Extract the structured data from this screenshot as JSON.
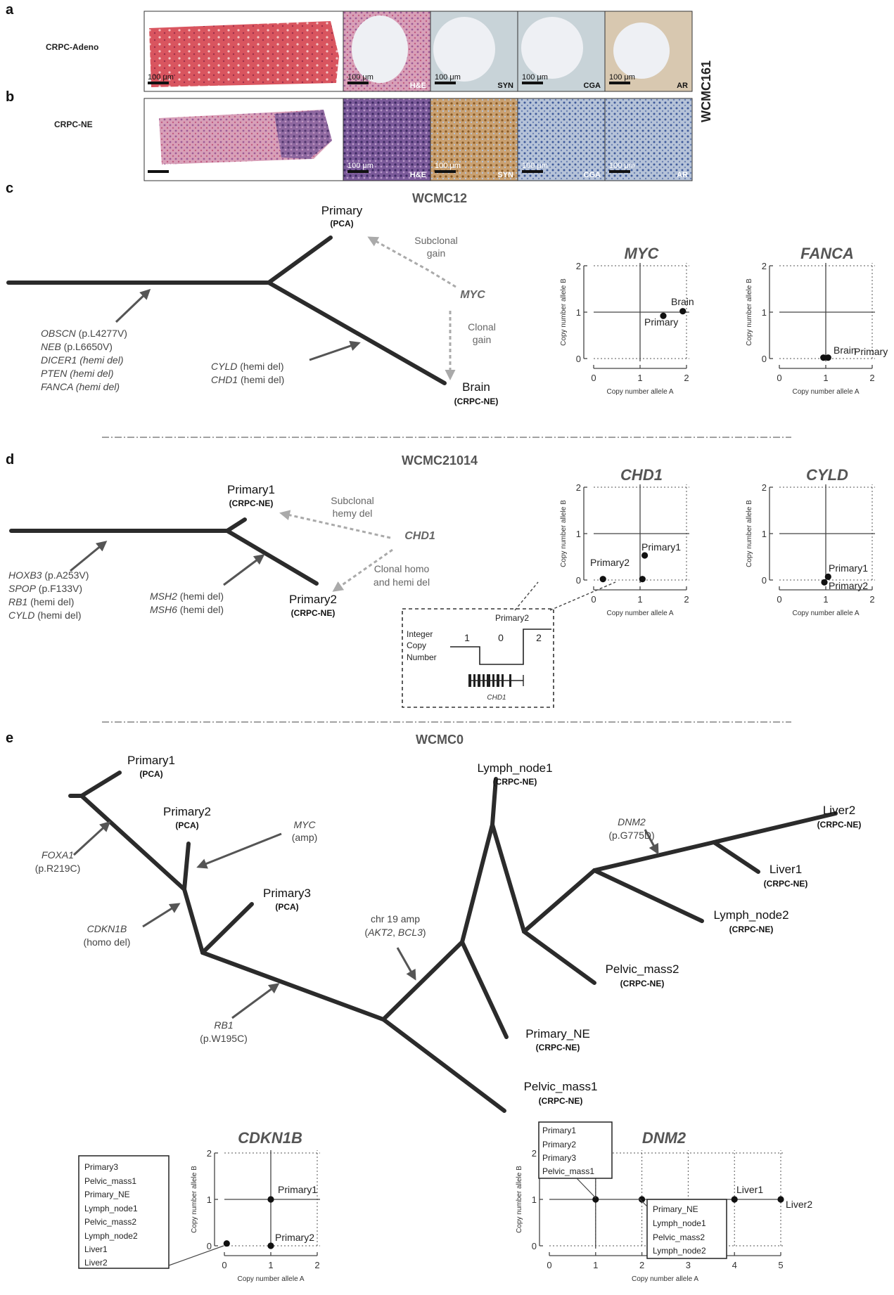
{
  "panels": {
    "a": "a",
    "b": "b",
    "c": "c",
    "d": "d",
    "e": "e"
  },
  "histology": {
    "row_a_label": "CRPC-Adeno",
    "row_b_label": "CRPC-NE",
    "side_label": "WCMC161",
    "scale": "100 μm",
    "stains": [
      "H&E",
      "SYN",
      "CGA",
      "AR"
    ],
    "colors": {
      "he_pink": "#d9555f",
      "he_purple": "#6b3f8e",
      "ihc_grey": "#c8d3d8",
      "ihc_brown": "#a87636",
      "ihc_blue": "#3e5a9a"
    }
  },
  "c": {
    "title": "WCMC12",
    "primary": "Primary",
    "primary_sub": "(PCA)",
    "brain": "Brain",
    "brain_sub": "(CRPC-NE)",
    "subclonal": [
      "Subclonal",
      "gain"
    ],
    "clonal": [
      "Clonal",
      "gain"
    ],
    "gene": "MYC",
    "trunk_mut": [
      {
        "gene": "OBSCN",
        "rest": " (p.L4277V)"
      },
      {
        "gene": "NEB",
        "rest": " (p.L6650V)"
      },
      {
        "gene": "DICER1",
        "rest": " (hemi del)"
      },
      {
        "gene": "PTEN",
        "rest": " (hemi del)"
      },
      {
        "gene": "FANCA",
        "rest": " (hemi del)"
      }
    ],
    "brain_mut": [
      {
        "gene": "CYLD",
        "rest": " (hemi del)"
      },
      {
        "gene": "CHD1",
        "rest": " (hemi del)"
      }
    ]
  },
  "d": {
    "title": "WCMC21014",
    "primary1": "Primary1",
    "primary1_sub": "(CRPC-NE)",
    "primary2": "Primary2",
    "primary2_sub": "(CRPC-NE)",
    "gene": "CHD1",
    "subclonal": [
      "Subclonal",
      "hemy del"
    ],
    "clonal": [
      "Clonal homo",
      "and hemi del"
    ],
    "trunk_mut": [
      {
        "gene": "HOXB3",
        "rest": " (p.A253V)"
      },
      {
        "gene": "SPOP",
        "rest": " (p.F133V)"
      },
      {
        "gene": "RB1",
        "rest": " (hemi del)"
      },
      {
        "gene": "CYLD",
        "rest": " (hemi del)"
      }
    ],
    "branch_mut": [
      {
        "gene": "MSH2",
        "rest": " (hemi del)"
      },
      {
        "gene": "MSH6",
        "rest": " (hemi del)"
      }
    ],
    "inset": {
      "title": "Primary2",
      "label": [
        "Integer",
        "Copy",
        "Number"
      ],
      "levels": [
        "1",
        "0",
        "2"
      ],
      "gene": "CHD1"
    }
  },
  "e": {
    "title": "WCMC0",
    "nodes": {
      "primary1": "Primary1",
      "primary2": "Primary2",
      "primary3": "Primary3",
      "pca": "(PCA)",
      "crpcne": "(CRPC-NE)",
      "lymph_node1": "Lymph_node1",
      "liver2": "Liver2",
      "liver1": "Liver1",
      "lymph_node2": "Lymph_node2",
      "pelvic_mass2": "Pelvic_mass2",
      "primary_ne": "Primary_NE",
      "pelvic_mass1": "Pelvic_mass1"
    },
    "muts": {
      "foxa1": {
        "gene": "FOXA1",
        "rest": "(p.R219C)"
      },
      "cdkn1b": {
        "gene": "CDKN1B",
        "rest": "(homo del)"
      },
      "rb1": {
        "gene": "RB1",
        "rest": "(p.W195C)"
      },
      "myc": {
        "gene": "MYC",
        "rest": "(amp)"
      },
      "chr19": {
        "line1": "chr 19 amp",
        "open": "(",
        "gene1": "AKT2",
        "sep": ", ",
        "gene2": "BCL3",
        "close": ")"
      },
      "dnm2": {
        "gene": "DNM2",
        "rest": "(p.G775D)"
      }
    },
    "cdkn1b_box": [
      "Primary3",
      "Pelvic_mass1",
      "Primary_NE",
      "Lymph_node1",
      "Pelvic_mass2",
      "Lymph_node2",
      "Liver1",
      "Liver2"
    ],
    "dnm2_box1": [
      "Primary1",
      "Primary2",
      "Primary3",
      "Pelvic_mass1"
    ],
    "dnm2_box2": [
      "Primary_NE",
      "Lymph_node1",
      "Pelvic_mass2",
      "Lymph_node2"
    ]
  },
  "axes_text": {
    "xlabel": "Copy number allele A",
    "ylabel": "Copy number allele B"
  },
  "chart_data": [
    {
      "type": "scatter",
      "title": "MYC",
      "xlabel": "Copy number allele A",
      "ylabel": "Copy number allele B",
      "xlim": [
        0,
        2
      ],
      "ylim": [
        0,
        2
      ],
      "xticks": [
        0,
        1,
        2
      ],
      "yticks": [
        0,
        1,
        2
      ],
      "points": [
        {
          "x": 1.5,
          "y": 0.92,
          "label": "Primary"
        },
        {
          "x": 1.92,
          "y": 1.02,
          "label": "Brain"
        }
      ]
    },
    {
      "type": "scatter",
      "title": "FANCA",
      "xlabel": "Copy number allele A",
      "ylabel": "Copy number allele B",
      "xlim": [
        0,
        2
      ],
      "ylim": [
        0,
        2
      ],
      "xticks": [
        0,
        1,
        2
      ],
      "yticks": [
        0,
        1,
        2
      ],
      "points": [
        {
          "x": 0.95,
          "y": 0.02,
          "label": "Primary"
        },
        {
          "x": 1.05,
          "y": 0.02,
          "label": "Brain"
        }
      ]
    },
    {
      "type": "scatter",
      "title": "CHD1",
      "xlabel": "Copy number allele A",
      "ylabel": "Copy number allele B",
      "xlim": [
        0,
        2
      ],
      "ylim": [
        0,
        2
      ],
      "xticks": [
        0,
        1,
        2
      ],
      "yticks": [
        0,
        1,
        2
      ],
      "points": [
        {
          "x": 1.1,
          "y": 0.53,
          "label": "Primary1"
        },
        {
          "x": 0.2,
          "y": 0.02,
          "label": "Primary2"
        },
        {
          "x": 1.05,
          "y": 0.02,
          "label": "Primary2"
        }
      ]
    },
    {
      "type": "scatter",
      "title": "CYLD",
      "xlabel": "Copy number allele A",
      "ylabel": "Copy number allele B",
      "xlim": [
        0,
        2
      ],
      "ylim": [
        0,
        2
      ],
      "xticks": [
        0,
        1,
        2
      ],
      "yticks": [
        0,
        1,
        2
      ],
      "points": [
        {
          "x": 1.05,
          "y": 0.07,
          "label": "Primary1"
        },
        {
          "x": 0.97,
          "y": -0.05,
          "label": "Primary2"
        }
      ]
    },
    {
      "type": "scatter",
      "title": "CDKN1B",
      "xlabel": "Copy number allele A",
      "ylabel": "Copy number allele B",
      "xlim": [
        0,
        2
      ],
      "ylim": [
        0,
        2
      ],
      "xticks": [
        0,
        1,
        2
      ],
      "yticks": [
        0,
        1,
        2
      ],
      "points": [
        {
          "x": 1.0,
          "y": 1.0,
          "label": "Primary1"
        },
        {
          "x": 1.0,
          "y": 0.0,
          "label": "Primary2"
        },
        {
          "x": 0.05,
          "y": 0.05,
          "label": ""
        }
      ]
    },
    {
      "type": "scatter",
      "title": "DNM2",
      "xlabel": "Copy number allele A",
      "ylabel": "Copy number allele B",
      "xlim": [
        0,
        5
      ],
      "ylim": [
        0,
        2
      ],
      "xticks": [
        0,
        1,
        2,
        3,
        4,
        5
      ],
      "yticks": [
        0,
        1,
        2
      ],
      "points": [
        {
          "x": 1,
          "y": 1,
          "label": ""
        },
        {
          "x": 2,
          "y": 1,
          "label": ""
        },
        {
          "x": 4,
          "y": 1,
          "label": "Liver1"
        },
        {
          "x": 5,
          "y": 1,
          "label": "Liver2"
        }
      ]
    }
  ]
}
